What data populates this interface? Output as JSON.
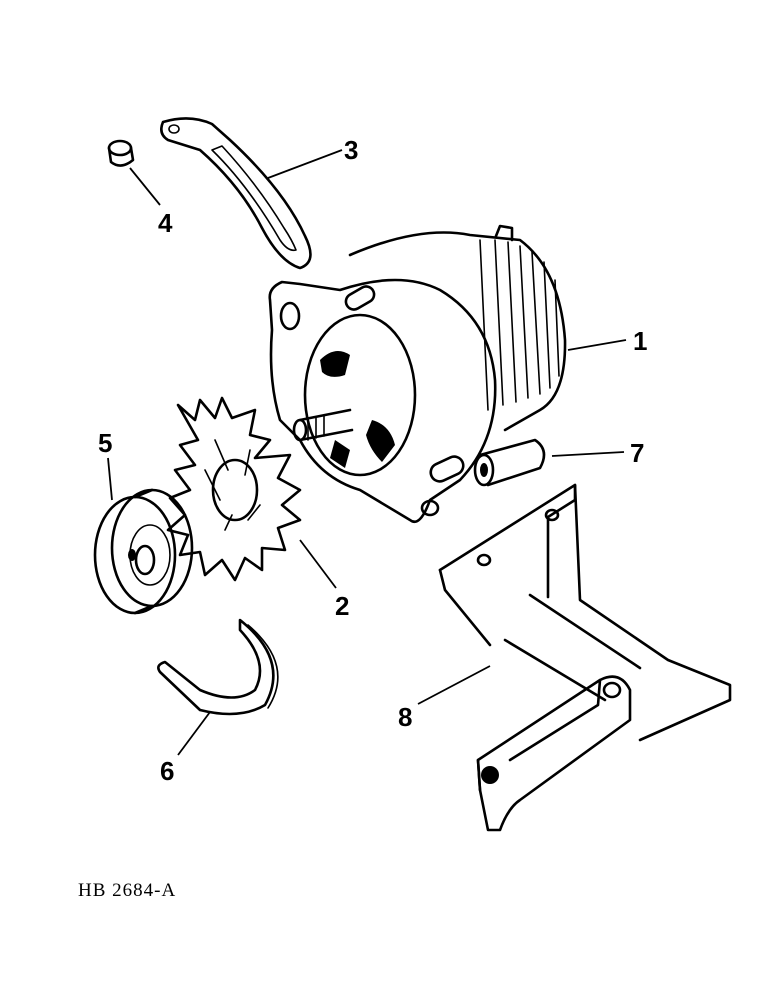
{
  "callouts": [
    {
      "id": "1",
      "text": "1"
    },
    {
      "id": "2",
      "text": "2"
    },
    {
      "id": "3",
      "text": "3"
    },
    {
      "id": "4",
      "text": "4"
    },
    {
      "id": "5",
      "text": "5"
    },
    {
      "id": "6",
      "text": "6"
    },
    {
      "id": "7",
      "text": "7"
    },
    {
      "id": "8",
      "text": "8"
    }
  ],
  "reference_code": "HB 2684-A"
}
